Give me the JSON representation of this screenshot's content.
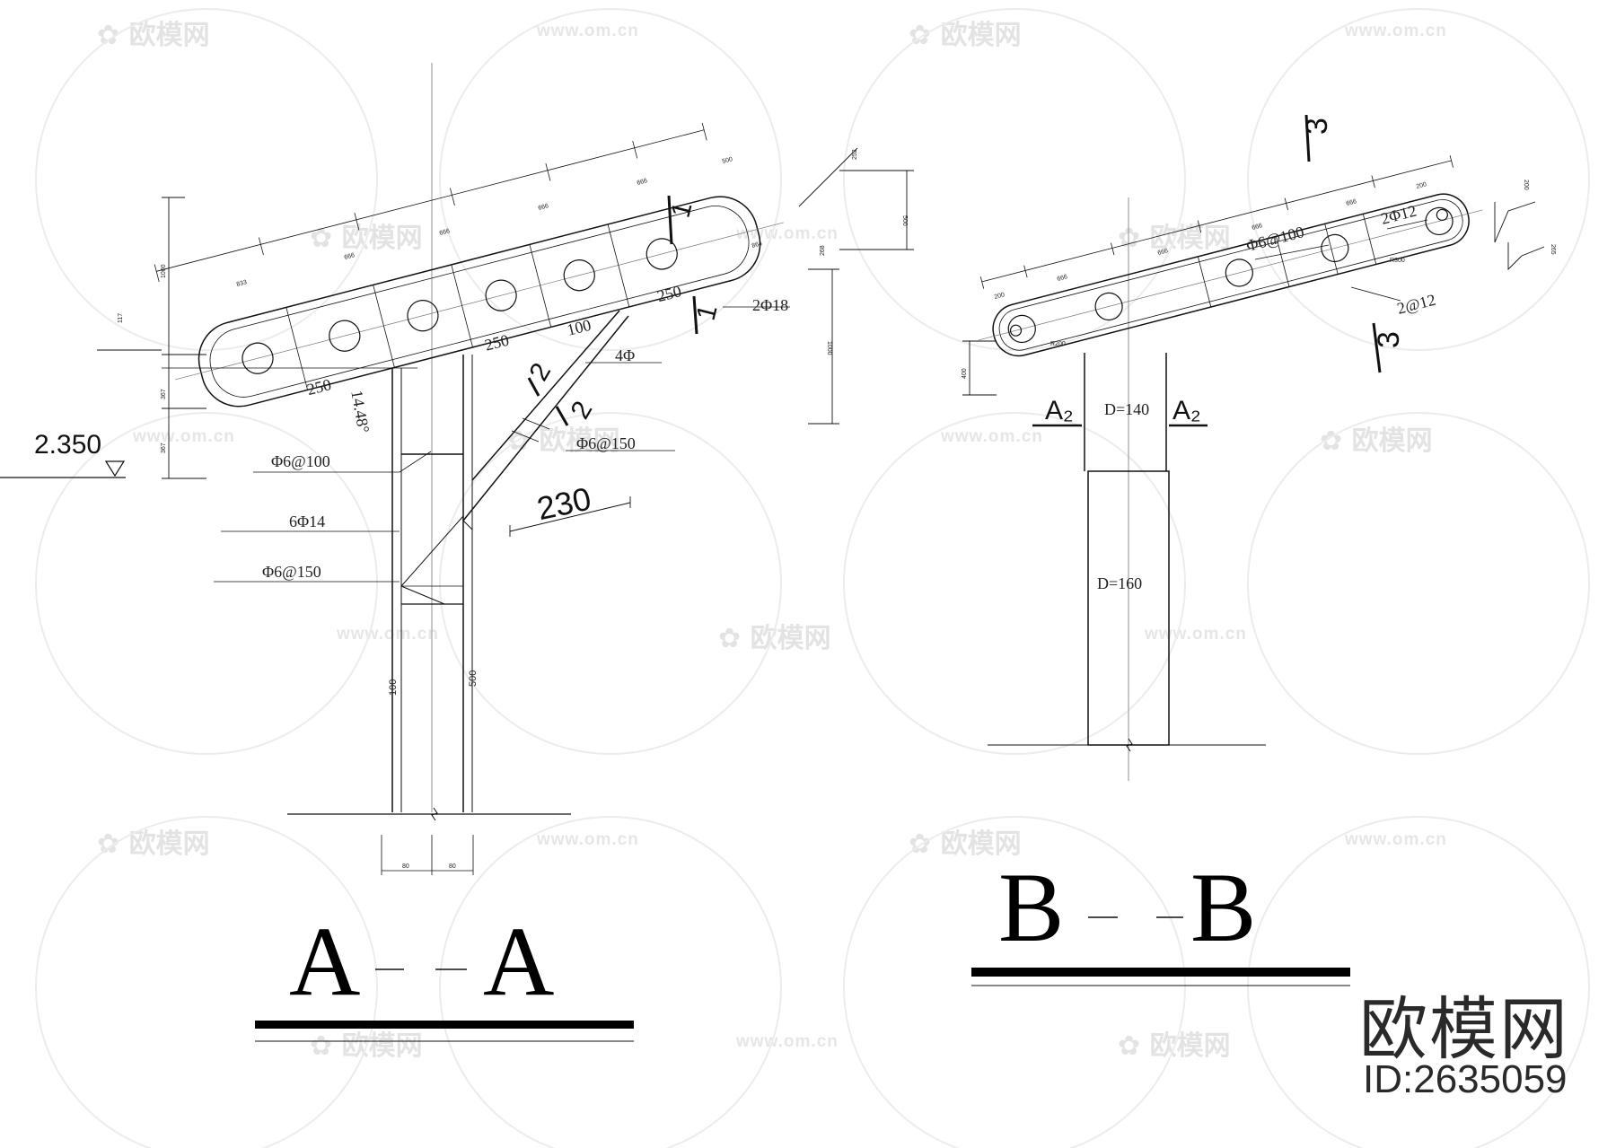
{
  "watermark": {
    "brand_text": "欧模网",
    "url_text": "www.om.cn",
    "id_text": "ID:2635059"
  },
  "section_aa": {
    "title_left": "A",
    "title_right": "A",
    "elevation": "2.350",
    "rebar_phi6_100": "Φ6@100",
    "rebar_6phi14": "6Φ14",
    "rebar_phi6_150": "Φ6@150",
    "rebar_2phi18": "2Φ18",
    "rebar_4phi": "4Φ",
    "rebar_phi6_150_diag": "Φ6@150",
    "dim_230": "230",
    "dim_250_a": "250",
    "dim_250_b": "250",
    "dim_250_c": "250",
    "dim_100_top": "100",
    "angle": "14.48°",
    "cut_1": "1",
    "cut_2": "2",
    "top_dims": [
      "833",
      "666",
      "666",
      "666",
      "666",
      "500"
    ],
    "dim_252": "252",
    "dim_500": "500",
    "dim_268": "268",
    "dim_1000_left": "1000",
    "dim_1000_right": "1000",
    "dim_117": "117",
    "dim_367_a": "367",
    "dim_367_b": "367",
    "dim_864": "864",
    "col_dim_100": "100",
    "col_dim_500": "500",
    "base_dim_80_a": "80",
    "base_dim_80_b": "80"
  },
  "section_bb": {
    "title_left": "B",
    "title_right": "B",
    "cut_3": "3",
    "label_a2": "A₂",
    "d140": "D=140",
    "d160": "D=160",
    "rebar_phi6_100": "Φ6@100",
    "rebar_2phi12": "2Φ12",
    "rebar_2at12": "2@12",
    "top_dims": [
      "200",
      "666",
      "666",
      "666",
      "666",
      "200"
    ],
    "r200": "R200",
    "r300": "R300",
    "dim_400": "400",
    "dim_200_right": "200",
    "dim_265": "265"
  }
}
